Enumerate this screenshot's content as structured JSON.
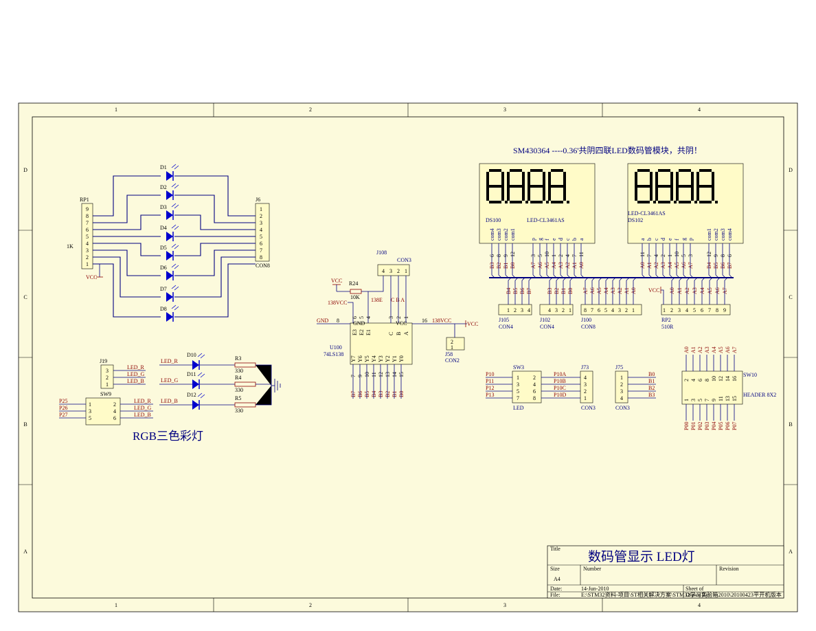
{
  "border": {
    "columns": [
      "1",
      "2",
      "3",
      "4"
    ],
    "rows": [
      "D",
      "C",
      "B",
      "A"
    ]
  },
  "title_block": {
    "title_label": "Title",
    "title": "数码管显示 LED灯",
    "size_label": "Size",
    "size": "A4",
    "number_label": "Number",
    "revision_label": "Revision",
    "date_label": "Date:",
    "date": "14-Jun-2010",
    "sheet_label": "Sheet   of",
    "file_label": "File:",
    "file": "E:\\STM32资料-项目\\ST相关解决方案\\STM32学习实验箱2010\\20100423平开机版本",
    "drawn_label": "Drawn By:"
  },
  "seg_module": {
    "heading": "SM430364 ----0.36'共阴四联LED数码管模块，共阴！",
    "ds100": {
      "ref": "DS100",
      "part": "LED-CL3461AS",
      "pins": [
        "com4",
        "com3",
        "com2",
        "com1",
        "p",
        "g",
        "f",
        "e",
        "d",
        "c",
        "b",
        "a"
      ],
      "numbers": [
        "6",
        "8",
        "9",
        "12",
        "3",
        "5",
        "10",
        "1",
        "2",
        "4",
        "7",
        "11"
      ],
      "nets": [
        "B3",
        "B2",
        "B1",
        "B0",
        "A7",
        "A6",
        "A5",
        "A4",
        "A3",
        "A2",
        "A1",
        "A0"
      ]
    },
    "ds102": {
      "ref": "DS102",
      "part": "LED-CL3461AS",
      "pins": [
        "a",
        "b",
        "c",
        "d",
        "e",
        "f",
        "g",
        "p",
        "com1",
        "com2",
        "com3",
        "com4"
      ],
      "numbers": [
        "11",
        "7",
        "4",
        "2",
        "1",
        "10",
        "5",
        "3",
        "12",
        "9",
        "8",
        "6"
      ],
      "nets": [
        "A0",
        "A1",
        "A2",
        "A3",
        "A4",
        "A5",
        "A6",
        "A7",
        "B4",
        "B5",
        "B6",
        "B7"
      ]
    }
  },
  "led_array": {
    "rp1": {
      "ref": "RP1",
      "value": "1K",
      "pins": [
        "9",
        "8",
        "7",
        "6",
        "5",
        "4",
        "3",
        "2",
        "1"
      ],
      "net": "VCC"
    },
    "j6": {
      "ref": "J6",
      "value": "CON8",
      "pins": [
        "1",
        "2",
        "3",
        "4",
        "5",
        "6",
        "7",
        "8"
      ]
    },
    "diodes": [
      "D1",
      "D2",
      "D3",
      "D4",
      "D5",
      "D6",
      "D7",
      "D8"
    ]
  },
  "decoder": {
    "j108": {
      "ref": "J108",
      "value": "CON3",
      "pins": [
        "4",
        "3",
        "2",
        "1"
      ]
    },
    "r24": {
      "ref": "R24",
      "value": "10K"
    },
    "vcc": "VCC",
    "vcc138_left": "138VCC",
    "e138": "138E",
    "cba": "C  B  A",
    "u100": {
      "ref": "U100",
      "part": "74LS138",
      "top_pins": [
        "E3",
        "E2",
        "E1",
        "C",
        "B",
        "A"
      ],
      "top_nums": [
        "6",
        "5",
        "4",
        "3",
        "2",
        "1"
      ],
      "outputs": [
        "Y7",
        "Y6",
        "Y5",
        "Y4",
        "Y3",
        "Y2",
        "Y1",
        "Y0"
      ],
      "out_nums": [
        "7",
        "9",
        "10",
        "11",
        "12",
        "13",
        "14",
        "15"
      ],
      "out_nets": [
        "B7",
        "B6",
        "B5",
        "B4",
        "B3",
        "B2",
        "B1",
        "B0"
      ],
      "gnd_pin": "GND",
      "vcc_pin": "VCC"
    },
    "gnd_net": "GND",
    "gnd_num": "8",
    "vcc_num": "16",
    "vcc138_right": "138VCC",
    "vcc_right": "VCC",
    "j58": {
      "ref": "J58",
      "value": "CON2",
      "pins": [
        "2",
        "1"
      ]
    }
  },
  "connectors_row": {
    "j105": {
      "ref": "J105",
      "value": "CON4",
      "pins": [
        "1",
        "2",
        "3",
        "4"
      ],
      "nets": [
        "B4",
        "B5",
        "B6",
        "B7"
      ]
    },
    "j102": {
      "ref": "J102",
      "value": "CON4",
      "pins": [
        "4",
        "3",
        "2",
        "1"
      ],
      "nets": [
        "B3",
        "B2",
        "B1",
        "B0"
      ]
    },
    "j100": {
      "ref": "J100",
      "value": "CON8",
      "pins": [
        "8",
        "7",
        "6",
        "5",
        "4",
        "3",
        "2",
        "1"
      ],
      "nets": [
        "A7",
        "A6",
        "A5",
        "A4",
        "A3",
        "A2",
        "A1",
        "A0"
      ]
    },
    "rp2": {
      "ref": "RP2",
      "value": "510R",
      "pins": [
        "1",
        "2",
        "3",
        "4",
        "5",
        "6",
        "7",
        "8",
        "9"
      ],
      "nets": [
        "A0",
        "A1",
        "A2",
        "A3",
        "A4",
        "A5",
        "A6",
        "A7"
      ],
      "vcc": "VCC"
    }
  },
  "rgb": {
    "j19": {
      "ref": "J19",
      "pins": [
        "3",
        "2",
        "1"
      ],
      "nets": [
        "LED_R",
        "LED_G",
        "LED_B"
      ]
    },
    "sw9": {
      "ref": "SW9",
      "left": [
        "1",
        "3",
        "5"
      ],
      "right": [
        "2",
        "4",
        "6"
      ],
      "left_nets": [
        "P25",
        "P26",
        "P27"
      ],
      "right_nets": [
        "LED_R",
        "LED_G",
        "LED_B"
      ]
    },
    "leds": [
      {
        "ref": "D10",
        "net": "LED_R",
        "res": "R3",
        "value": "330"
      },
      {
        "ref": "D11",
        "net": "LED_G",
        "res": "R4",
        "value": "330"
      },
      {
        "ref": "D12",
        "net": "LED_B",
        "res": "R5",
        "value": "330"
      }
    ],
    "caption": "RGB三色彩灯"
  },
  "sw3": {
    "ref": "SW3",
    "value": "LED",
    "left_pins": [
      "1",
      "3",
      "5",
      "7"
    ],
    "right_pins": [
      "2",
      "4",
      "6",
      "8"
    ],
    "left_nets": [
      "P10",
      "P11",
      "P12",
      "P13"
    ],
    "right_nets": [
      "P10A",
      "P10B",
      "P10C",
      "P10D"
    ]
  },
  "j73": {
    "ref": "J73",
    "value": "CON3",
    "pins": [
      "4",
      "3",
      "2",
      "1"
    ]
  },
  "j75": {
    "ref": "J75",
    "value": "CON3",
    "pins": [
      "1",
      "2",
      "3",
      "4"
    ],
    "nets": [
      "B0",
      "B1",
      "B2",
      "B3"
    ]
  },
  "sw10": {
    "ref": "SW10",
    "value": "HEADER 8X2",
    "top_pins": [
      "2",
      "4",
      "6",
      "8",
      "10",
      "12",
      "14",
      "16"
    ],
    "bot_pins": [
      "1",
      "3",
      "5",
      "7",
      "9",
      "11",
      "13",
      "15"
    ],
    "top_nets": [
      "A0",
      "A1",
      "A2",
      "A3",
      "A4",
      "A5",
      "A6",
      "A7"
    ],
    "bot_nets": [
      "P00",
      "P01",
      "P02",
      "P03",
      "P04",
      "P05",
      "P06",
      "P07"
    ]
  },
  "colors": {
    "paper": "#fcfadc",
    "wire": "#000080",
    "net_label": "#8b0000",
    "part_fill": "#fffbc8",
    "display": "#000000"
  }
}
